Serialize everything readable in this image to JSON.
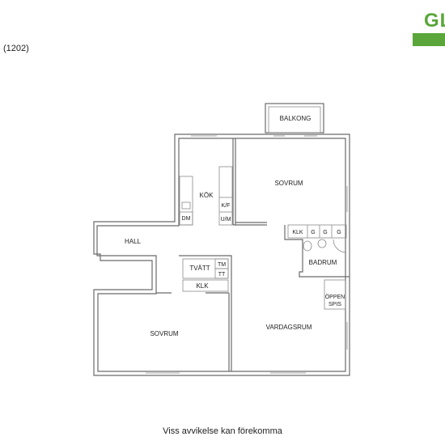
{
  "logo": {
    "text": "GL",
    "color": "#5aa63a"
  },
  "plan_id": "(1202)",
  "footer_note": "Viss avvikelse kan förekomma",
  "rooms": {
    "balkong": "BALKONG",
    "kok": "KÖK",
    "sovrum_upper": "SOVRUM",
    "hall": "HALL",
    "badrum": "BADRUM",
    "tvatt": "TVÄTT",
    "klk_hall": "KLK",
    "sovrum_lower": "SOVRUM",
    "vardagsrum": "VARDAGSRUM"
  },
  "fixtures": {
    "dm": "DM",
    "kf": "K/F",
    "um": "U/M",
    "tm": "TM",
    "tt": "TT",
    "klk_bath": "KLK",
    "g1": "G",
    "g2": "G",
    "g3": "G",
    "oppen_line1": "ÖPPEN",
    "oppen_line2": "SPIS"
  }
}
